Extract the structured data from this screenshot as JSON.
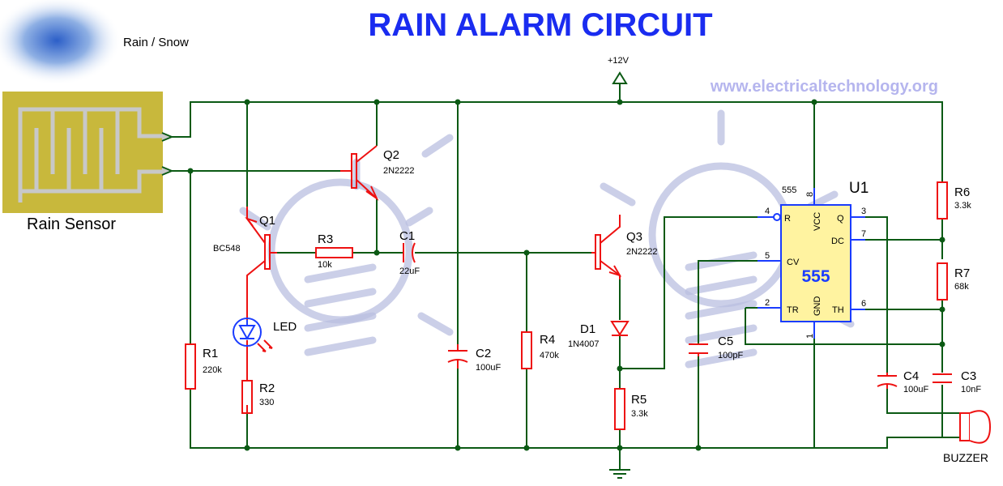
{
  "title": "RAIN ALARM CIRCUIT",
  "website": "www.electricaltechnology.org",
  "rain_label": "Rain / Snow",
  "sensor_label": "Rain Sensor",
  "supply": "+12V",
  "colors": {
    "title": "#1a2cf0",
    "website": "#b5b5ee",
    "wire": "#0b5a14",
    "component": "#ee1111",
    "ic": "#1a3cff",
    "ic_fill": "#fff3a0",
    "sensor": "#c8b83c"
  },
  "components": {
    "q1": {
      "name": "Q1",
      "value": "BC548"
    },
    "q2": {
      "name": "Q2",
      "value": "2N2222"
    },
    "q3": {
      "name": "Q3",
      "value": "2N2222"
    },
    "r1": {
      "name": "R1",
      "value": "220k"
    },
    "r2": {
      "name": "R2",
      "value": "330"
    },
    "r3": {
      "name": "R3",
      "value": "10k"
    },
    "r4": {
      "name": "R4",
      "value": "470k"
    },
    "r5": {
      "name": "R5",
      "value": "3.3k"
    },
    "r6": {
      "name": "R6",
      "value": "3.3k"
    },
    "r7": {
      "name": "R7",
      "value": "68k"
    },
    "c1": {
      "name": "C1",
      "value": "22uF"
    },
    "c2": {
      "name": "C2",
      "value": "100uF"
    },
    "c3": {
      "name": "C3",
      "value": "10nF"
    },
    "c4": {
      "name": "C4",
      "value": "100uF"
    },
    "c5": {
      "name": "C5",
      "value": "100pF"
    },
    "d1": {
      "name": "D1",
      "value": "1N4007"
    },
    "led": {
      "name": "LED"
    },
    "buzzer": {
      "name": "BUZZER"
    },
    "u1": {
      "name": "U1",
      "type": "555",
      "center": "555",
      "pins": {
        "r": "R",
        "vcc": "VCC",
        "q": "Q",
        "dc": "DC",
        "cv": "CV",
        "tr": "TR",
        "gnd": "GND",
        "th": "TH",
        "n4": "4",
        "n8": "8",
        "n3": "3",
        "n7": "7",
        "n5": "5",
        "n2": "2",
        "n6": "6",
        "n1": "1"
      }
    }
  }
}
